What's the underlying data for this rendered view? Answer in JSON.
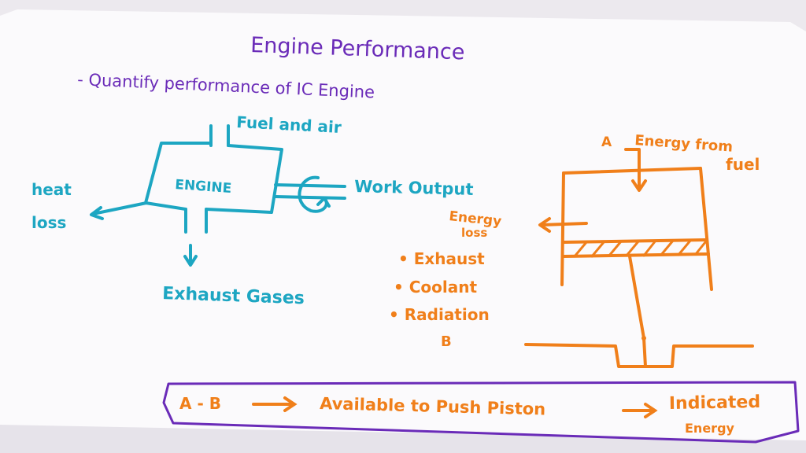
{
  "title": "Engine Performance",
  "subtitle": "- Quantify performance of IC Engine",
  "engine_diagram": {
    "engine_label": "ENGINE",
    "input_label": "Fuel and air",
    "output_label": "Work Output",
    "heat_loss_line1": "heat",
    "heat_loss_line2": "loss",
    "exhaust_label": "Exhaust Gases"
  },
  "energy_diagram": {
    "point_a": "A",
    "energy_from_fuel_line1": "Energy from",
    "energy_from_fuel_line2": "fuel",
    "energy_loss_line1": "Energy",
    "energy_loss_line2": "loss",
    "loss_items": [
      "• Exhaust",
      "• Coolant",
      "• Radiation"
    ],
    "point_b": "B"
  },
  "summary": {
    "expr": "A - B",
    "text": "Available to Push Piston",
    "result_line1": "Indicated",
    "result_line2": "Energy"
  },
  "colors": {
    "paper": "#fbfafc",
    "purple": "#6a2bb8",
    "teal": "#1da6c2",
    "orange": "#f07f1a"
  }
}
